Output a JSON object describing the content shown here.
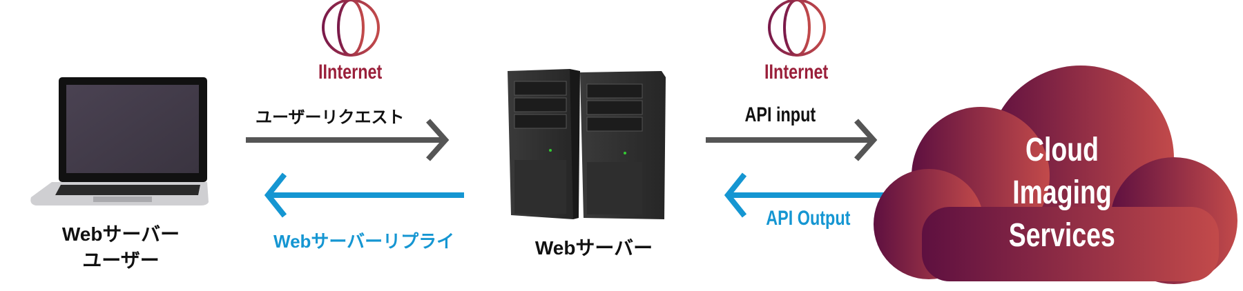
{
  "internet_left": {
    "label": "IInternet",
    "icon": "globe-icon"
  },
  "internet_right": {
    "label": "IInternet",
    "icon": "globe-icon"
  },
  "client": {
    "label_line1": "Webサーバー",
    "label_line2": "ユーザー",
    "icon": "laptop-icon"
  },
  "request_arrow": {
    "label": "ユーザーリクエスト"
  },
  "reply_arrow": {
    "label": "Webサーバーリプライ"
  },
  "web_server": {
    "label": "Webサーバー",
    "icon": "server-icon"
  },
  "api_input_arrow": {
    "label": "API input"
  },
  "api_output_arrow": {
    "label": "API Output"
  },
  "cloud": {
    "line1": "Cloud",
    "line2": "Imaging",
    "line3": "Services"
  },
  "colors": {
    "request": "#555555",
    "reply": "#1596d2",
    "internet": "#9a1f3a",
    "cloud_start": "#5e1040",
    "cloud_end": "#c24a4a"
  }
}
